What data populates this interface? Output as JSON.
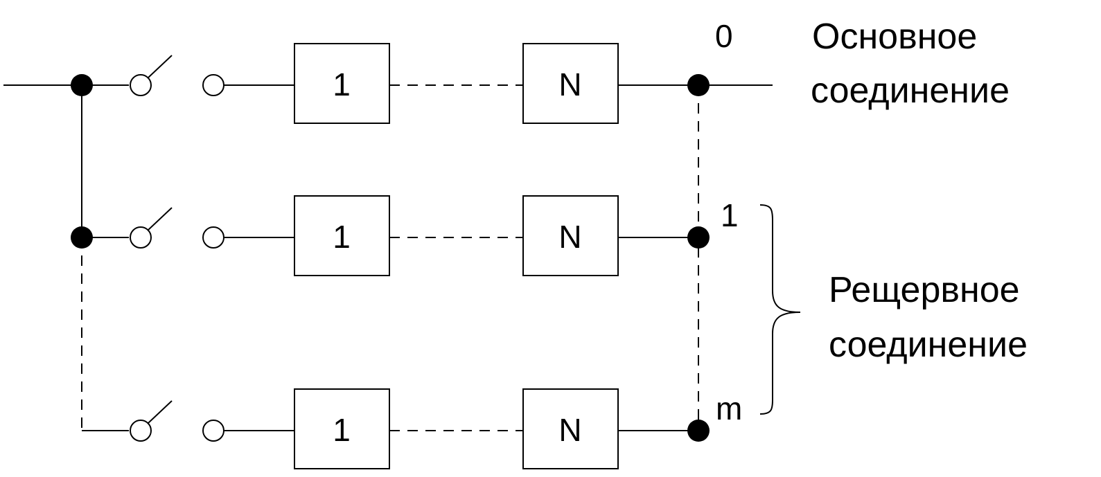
{
  "boxes": {
    "first": "1",
    "last": "N"
  },
  "indices": {
    "main": "0",
    "reserve_first": "1",
    "reserve_last": "m"
  },
  "labels": {
    "main_line1": "Основное",
    "main_line2": "соединение",
    "reserve_line1": "Рещервное",
    "reserve_line2": "соединение"
  }
}
